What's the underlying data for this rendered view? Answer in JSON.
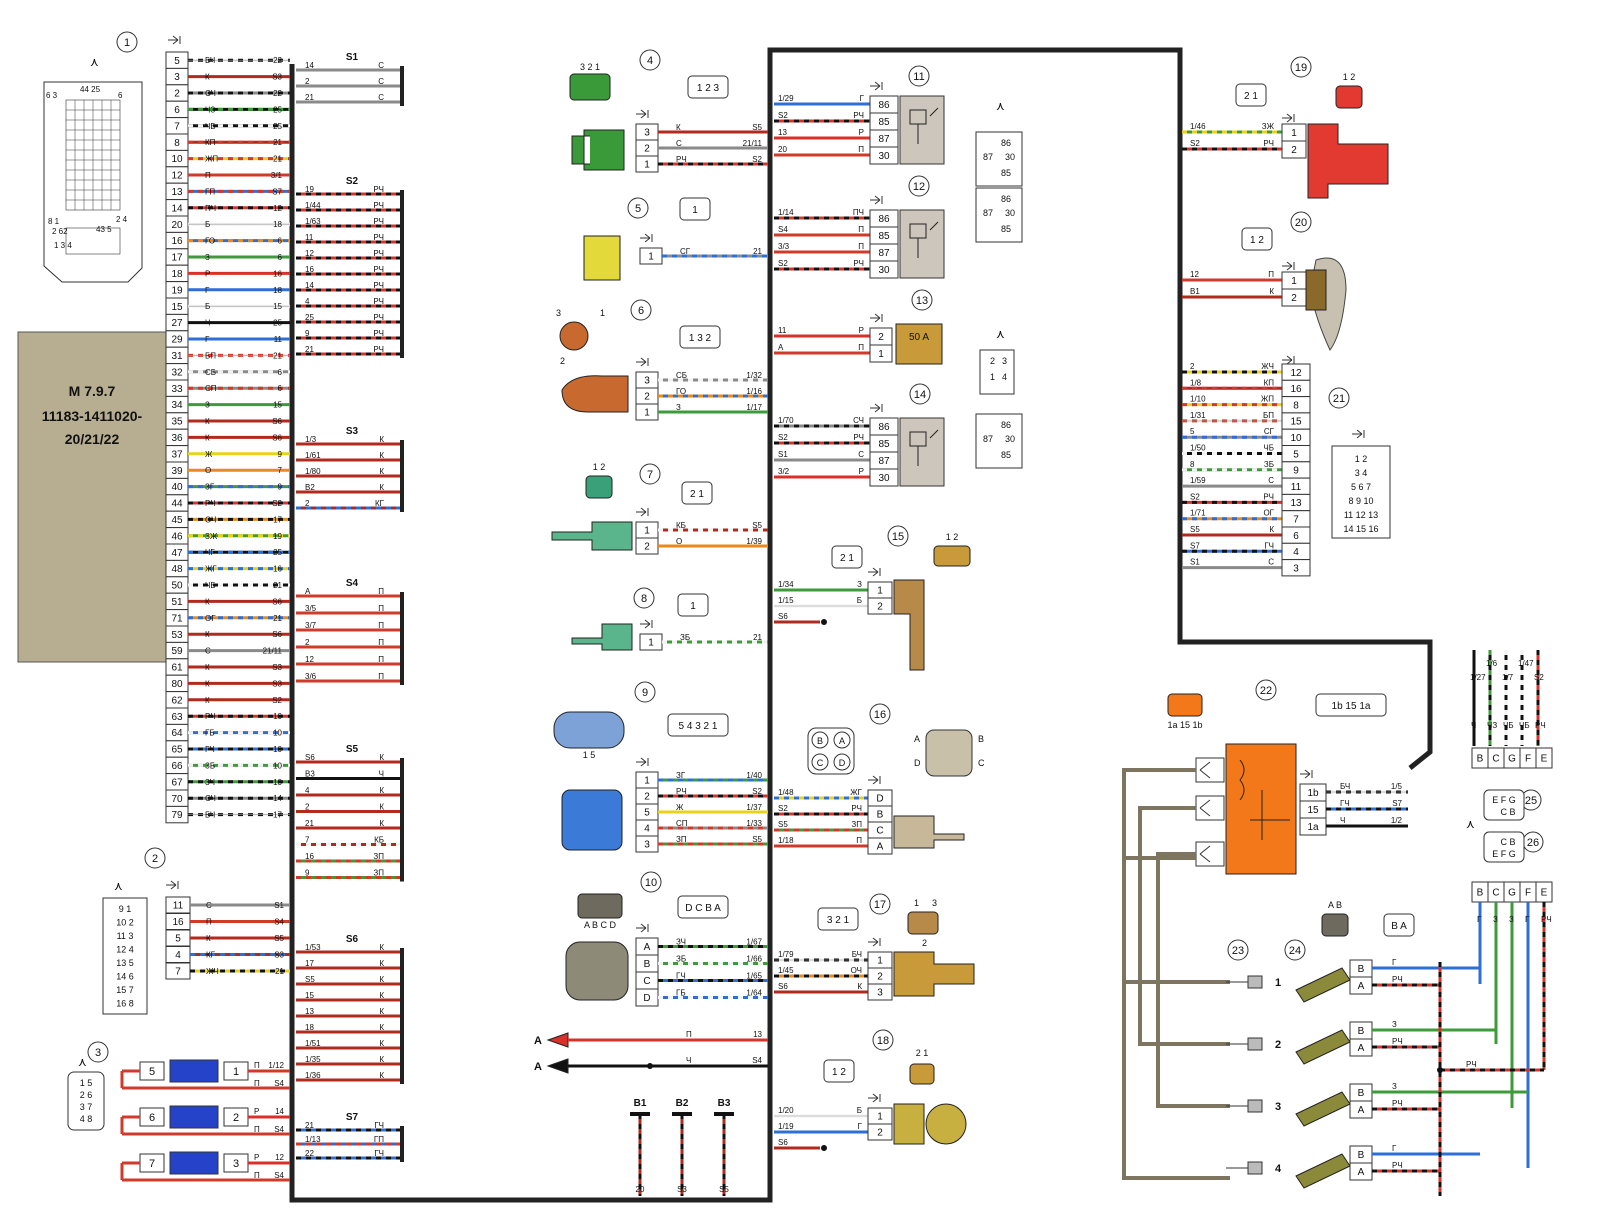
{
  "ecu": {
    "label_line1": "M 7.9.7",
    "label_line2": "11183-1411020-",
    "label_line3": "20/21/22"
  },
  "connector_pins_1": [
    "5",
    "3",
    "2",
    "6",
    "7",
    "8",
    "10",
    "12",
    "13",
    "14",
    "20",
    "16",
    "17",
    "18",
    "19",
    "15",
    "27",
    "29",
    "31",
    "32",
    "33",
    "34",
    "35",
    "36",
    "37",
    "39",
    "40",
    "44",
    "45",
    "46",
    "47",
    "48",
    "50",
    "51",
    "71",
    "53",
    "59",
    "61",
    "80",
    "62",
    "63",
    "64",
    "65",
    "66",
    "67",
    "70",
    "79"
  ],
  "connector_pin_colors_1": [
    "БЧ",
    "К",
    "СЧ",
    "ЧЗ",
    "ЧБ",
    "КП",
    "ЖП",
    "П",
    "ГП",
    "ПЧ",
    "Б",
    "ГО",
    "З",
    "Р",
    "Г",
    "Б",
    "Ч",
    "Г",
    "БП",
    "СБ",
    "СП",
    "З",
    "К",
    "К",
    "Ж",
    "О",
    "ЗГ",
    "РЧ",
    "ОЧ",
    "ЗЖ",
    "ЧГ",
    "ЖГ",
    "ЧБ",
    "К",
    "ОГ",
    "К",
    "С",
    "К",
    "К",
    "К",
    "РЧ",
    "ГБ",
    "ГЧ",
    "ЗБ",
    "ЗЧ",
    "СЧ",
    "БЧ"
  ],
  "connector_pin_targets_1": [
    "22",
    "S3",
    "22",
    "25",
    "25",
    "21",
    "21",
    "3/1",
    "S7",
    "12",
    "18",
    "6",
    "6",
    "16",
    "18",
    "15",
    "25",
    "11",
    "21",
    "6",
    "6",
    "15",
    "S6",
    "S6",
    "9",
    "7",
    "9",
    "S2",
    "17",
    "19",
    "25",
    "16",
    "21",
    "S6",
    "21",
    "S6",
    "21/11",
    "S3",
    "S3",
    "S2",
    "10",
    "10",
    "10",
    "10",
    "10",
    "14",
    "17"
  ],
  "icon_pin_numbers": {
    "top_left": "44 25",
    "left": "6 3",
    "right": "6",
    "bottom_row": "8 1",
    "bottom_left": "2 62",
    "bottom_right": "2 4",
    "bottom_mid": "43 5",
    "bottom_box": "1 3 4"
  },
  "splices": {
    "s1": {
      "label": "S1",
      "pins": [
        "14",
        "2",
        "21"
      ]
    },
    "s2": {
      "label": "S2",
      "pins": [
        "19",
        "1/44",
        "1/63",
        "11",
        "12",
        "16",
        "14",
        "4",
        "25",
        "9",
        "21"
      ]
    },
    "s3": {
      "label": "S3",
      "pins": [
        "1/3",
        "1/61",
        "1/80",
        "В2",
        "2"
      ]
    },
    "s4": {
      "label": "S4",
      "pins": [
        "А",
        "3/5",
        "3/7",
        "2",
        "12",
        "3/6"
      ]
    },
    "s5": {
      "label": "S5",
      "pins": [
        "S6",
        "В3",
        "4",
        "2",
        "21",
        "7",
        "16",
        "9"
      ]
    },
    "s6": {
      "label": "S6",
      "pins": [
        "1/53",
        "17",
        "S5",
        "15",
        "13",
        "18",
        "1/51",
        "1/35",
        "1/36"
      ]
    },
    "s7": {
      "label": "S7",
      "pins": [
        "21",
        "1/13",
        "22"
      ]
    }
  },
  "splice_colors": {
    "s1": [
      "С",
      "С",
      "С"
    ],
    "s2": [
      "РЧ",
      "РЧ",
      "РЧ",
      "РЧ",
      "РЧ",
      "РЧ",
      "РЧ",
      "РЧ",
      "РЧ",
      "РЧ",
      "РЧ"
    ],
    "s3": [
      "К",
      "К",
      "К",
      "К",
      "КГ"
    ],
    "s4": [
      "П",
      "П",
      "П",
      "П",
      "П",
      "П"
    ],
    "s5": [
      "К",
      "Ч",
      "К",
      "К",
      "К",
      "КБ",
      "ЗП",
      "ЗП"
    ],
    "s6": [
      "К",
      "К",
      "К",
      "К",
      "К",
      "К",
      "К",
      "К",
      "К"
    ],
    "s7": [
      "ГЧ",
      "ГП",
      "ГЧ"
    ]
  },
  "components": {
    "c1": "1",
    "c2": "2",
    "c3": "3",
    "c4": "4",
    "c5": "5",
    "c6": "6",
    "c7": "7",
    "c8": "8",
    "c9": "9",
    "c10": "10",
    "c11": "11",
    "c12": "12",
    "c13": "13",
    "c14": "14",
    "c15": "15",
    "c16": "16",
    "c17": "17",
    "c18": "18",
    "c19": "19",
    "c20": "20",
    "c21": "21",
    "c22": "22",
    "c23": "23",
    "c24": "24",
    "c25": "25",
    "c26": "26"
  },
  "conn2": {
    "pins": [
      "11",
      "16",
      "5",
      "4",
      "7"
    ],
    "colors": [
      "С",
      "П",
      "К",
      "КГ",
      "ЖЧ"
    ],
    "targets": [
      "S1",
      "S4",
      "S5",
      "S3",
      "21"
    ],
    "block_pins": [
      "9 1",
      "10 2",
      "11 3",
      "12 4",
      "13 5",
      "14 6",
      "15 7",
      "16 8"
    ]
  },
  "fuses3": {
    "rows": [
      {
        "left": "5",
        "right": "1",
        "color": "П",
        "target": "1/12"
      },
      {
        "left": "6",
        "right": "2",
        "color": "Р",
        "target": "14"
      },
      {
        "left": "7",
        "right": "3",
        "color": "Р",
        "target": "12"
      }
    ],
    "extra_targets": [
      {
        "color": "П",
        "target": "S4"
      },
      {
        "color": "П",
        "target": "S4"
      },
      {
        "color": "П",
        "target": "S4"
      }
    ],
    "block_pins": [
      "1 5",
      "2 6",
      "3 7",
      "4 8"
    ]
  },
  "c4": {
    "pins": [
      "3",
      "2",
      "1"
    ],
    "colors": [
      "К",
      "С",
      "РЧ"
    ],
    "targets": [
      "S5",
      "21/11",
      "S2"
    ],
    "icon_pins": "3 2 1",
    "plug": "1 2 3"
  },
  "c5": {
    "pins": [
      "1"
    ],
    "colors": [
      "СГ"
    ],
    "targets": [
      "21"
    ],
    "plug": "1"
  },
  "c6": {
    "pins": [
      "3",
      "2",
      "1"
    ],
    "colors": [
      "СБ",
      "ГО",
      "З"
    ],
    "targets": [
      "1/32",
      "1/16",
      "1/17"
    ],
    "icon_pins": [
      "3",
      "1",
      "2"
    ],
    "plug": "1 3 2"
  },
  "c7": {
    "pins": [
      "1",
      "2"
    ],
    "colors": [
      "КБ",
      "О"
    ],
    "targets": [
      "S5",
      "1/39"
    ],
    "icon_pins": "1 2",
    "plug": "2 1"
  },
  "c8": {
    "pins": [
      "1"
    ],
    "colors": [
      "ЗБ"
    ],
    "targets": [
      "21"
    ],
    "plug": "1"
  },
  "c9": {
    "pins": [
      "1",
      "2",
      "5",
      "4",
      "3"
    ],
    "colors": [
      "ЗГ",
      "РЧ",
      "Ж",
      "СП",
      "ЗП"
    ],
    "targets": [
      "1/40",
      "S2",
      "1/37",
      "1/33",
      "S5"
    ],
    "icon_pins": "1 5",
    "plug": "5 4 3 2 1"
  },
  "c10": {
    "pins": [
      "A",
      "B",
      "C",
      "D"
    ],
    "colors": [
      "ЗЧ",
      "ЗБ",
      "ГЧ",
      "ГБ"
    ],
    "targets": [
      "1/67",
      "1/66",
      "1/65",
      "1/64"
    ],
    "icon_pins": "A B C D",
    "plug": "D C B A"
  },
  "arrows": [
    {
      "label": "A",
      "color": "П",
      "target": "13"
    },
    {
      "label": "A",
      "color": "Ч",
      "target": "S4"
    }
  ],
  "grounds": [
    {
      "label": "B1",
      "bottom": "20"
    },
    {
      "label": "B2",
      "bottom": "S3"
    },
    {
      "label": "B3",
      "bottom": "S5"
    }
  ],
  "relays": [
    {
      "id": "11",
      "pins": [
        "86",
        "85",
        "87",
        "30"
      ],
      "sources": [
        "1/29",
        "S2",
        "13",
        "20"
      ],
      "colors": [
        "Г",
        "РЧ",
        "Р",
        "П"
      ]
    },
    {
      "id": "12",
      "pins": [
        "86",
        "85",
        "87",
        "30"
      ],
      "sources": [
        "1/14",
        "S4",
        "3/3",
        "S2"
      ],
      "colors": [
        "ПЧ",
        "П",
        "П",
        "РЧ"
      ]
    },
    {
      "id": "14",
      "pins": [
        "86",
        "85",
        "87",
        "30"
      ],
      "sources": [
        "1/70",
        "S2",
        "S1",
        "3/2"
      ],
      "colors": [
        "СЧ",
        "РЧ",
        "С",
        "Р"
      ]
    }
  ],
  "relay_socket": {
    "cells": [
      "86",
      "87",
      "30",
      "85"
    ]
  },
  "fuse13": {
    "pins": [
      "2",
      "1"
    ],
    "sources": [
      "11",
      "А"
    ],
    "colors": [
      "Р",
      "П"
    ],
    "label": "50 A",
    "socket": [
      "2",
      "3",
      "1",
      "4"
    ]
  },
  "c15": {
    "pins": [
      "1",
      "2"
    ],
    "sources": [
      "1/34",
      "1/15",
      "S6"
    ],
    "colors": [
      "З",
      "Б",
      "К"
    ],
    "plug": "2 1",
    "icon_pins": "1 2"
  },
  "c16": {
    "pins": [
      "D",
      "B",
      "C",
      "A"
    ],
    "sources": [
      "1/48",
      "S2",
      "S5",
      "1/18"
    ],
    "colors": [
      "ЖГ",
      "РЧ",
      "ЗП",
      "П"
    ],
    "plug": [
      "B",
      "A",
      "C",
      "D"
    ],
    "icon_letters": [
      "A",
      "B",
      "D",
      "C"
    ]
  },
  "c17": {
    "pins": [
      "1",
      "2",
      "3"
    ],
    "sources": [
      "1/79",
      "1/45",
      "S6"
    ],
    "colors": [
      "БЧ",
      "ОЧ",
      "К"
    ],
    "plug": "3 2 1",
    "icon_pins": [
      "1",
      "3",
      "2"
    ]
  },
  "c18": {
    "pins": [
      "1",
      "2"
    ],
    "sources": [
      "1/20",
      "1/19",
      "S6"
    ],
    "colors": [
      "Б",
      "Г",
      "К"
    ],
    "plug": "1 2",
    "icon_pins": "2 1"
  },
  "c19": {
    "pins": [
      "1",
      "2"
    ],
    "sources": [
      "1/46",
      "S2"
    ],
    "colors": [
      "ЗЖ",
      "РЧ"
    ],
    "plug": "2 1",
    "icon_pins": "1 2"
  },
  "c20": {
    "pins": [
      "1",
      "2"
    ],
    "sources": [
      "12",
      "В1"
    ],
    "colors": [
      "П",
      "К"
    ],
    "plug": "1 2"
  },
  "c21": {
    "pins": [
      "12",
      "16",
      "8",
      "15",
      "10",
      "5",
      "9",
      "11",
      "13",
      "7",
      "6",
      "4",
      "3"
    ],
    "sources": [
      "2",
      "1/8",
      "1/10",
      "1/31",
      "5",
      "1/50",
      "8",
      "1/59",
      "S2",
      "1/71",
      "S5",
      "S7",
      "S1"
    ],
    "colors": [
      "ЖЧ",
      "КП",
      "ЖП",
      "БП",
      "СГ",
      "ЧБ",
      "ЗБ",
      "С",
      "РЧ",
      "ОГ",
      "К",
      "ГЧ",
      "С"
    ],
    "socket": [
      "1 2",
      "3 4",
      "5 6 7",
      "8 9 10",
      "11 12 13",
      "14 15 16"
    ]
  },
  "c22": {
    "pins": [
      "1b",
      "15",
      "1a"
    ],
    "colors": [
      "БЧ",
      "ГЧ",
      "Ч"
    ],
    "targets": [
      "1/5",
      "S7",
      "1/2"
    ],
    "icon_pins": "1a 15 1b",
    "plug": "1b 15 1a"
  },
  "bus_top": {
    "labels": [
      "1/27",
      "1/6",
      "1/7",
      "1/47",
      "S2"
    ],
    "colors": [
      "Ч",
      "ЧЗ",
      "ЧБ",
      "ЧБ",
      "РЧ"
    ]
  },
  "plug_bcgfe": {
    "pins": [
      "B",
      "C",
      "G",
      "F",
      "E"
    ]
  },
  "c25_plug": {
    "rows": [
      "E F G",
      "C B"
    ]
  },
  "c26_plug": {
    "rows": [
      "C B",
      "E F G"
    ]
  },
  "bottom_bus": {
    "colors": [
      "Г",
      "З",
      "З",
      "Г",
      "РЧ"
    ]
  },
  "injectors": [
    {
      "n": "1",
      "pins": [
        "B",
        "A"
      ],
      "colors": [
        "Г",
        "РЧ"
      ]
    },
    {
      "n": "2",
      "pins": [
        "B",
        "A"
      ],
      "colors": [
        "З",
        "РЧ"
      ]
    },
    {
      "n": "3",
      "pins": [
        "B",
        "A"
      ],
      "colors": [
        "З",
        "РЧ"
      ]
    },
    {
      "n": "4",
      "pins": [
        "B",
        "A"
      ],
      "colors": [
        "Г",
        "РЧ"
      ]
    }
  ],
  "injector_icon": {
    "letters": "A B",
    "plug": "B A"
  },
  "injector_bus_label": "РЧ",
  "wire_palette": {
    "К": "#b02a1e",
    "Р": "#d9302a",
    "П": "#d03a2a",
    "Ч": "#111111",
    "Б": "#f2f2f2",
    "С": "#8a8a8a",
    "Г": "#2e6fd6",
    "З": "#3e9b3a",
    "Ж": "#e8d21c",
    "О": "#e88a1c",
    "Ф": "#8e3ea8",
    "Ш": "#ffffff"
  },
  "colors": {
    "ecu_fill": "#b7ae92",
    "relay_fill": "#ccc6bc",
    "fuse_fill": "#2443c9",
    "ignition_red": "#e23a30",
    "c22_orange": "#f2781a",
    "frame": "#222222"
  }
}
